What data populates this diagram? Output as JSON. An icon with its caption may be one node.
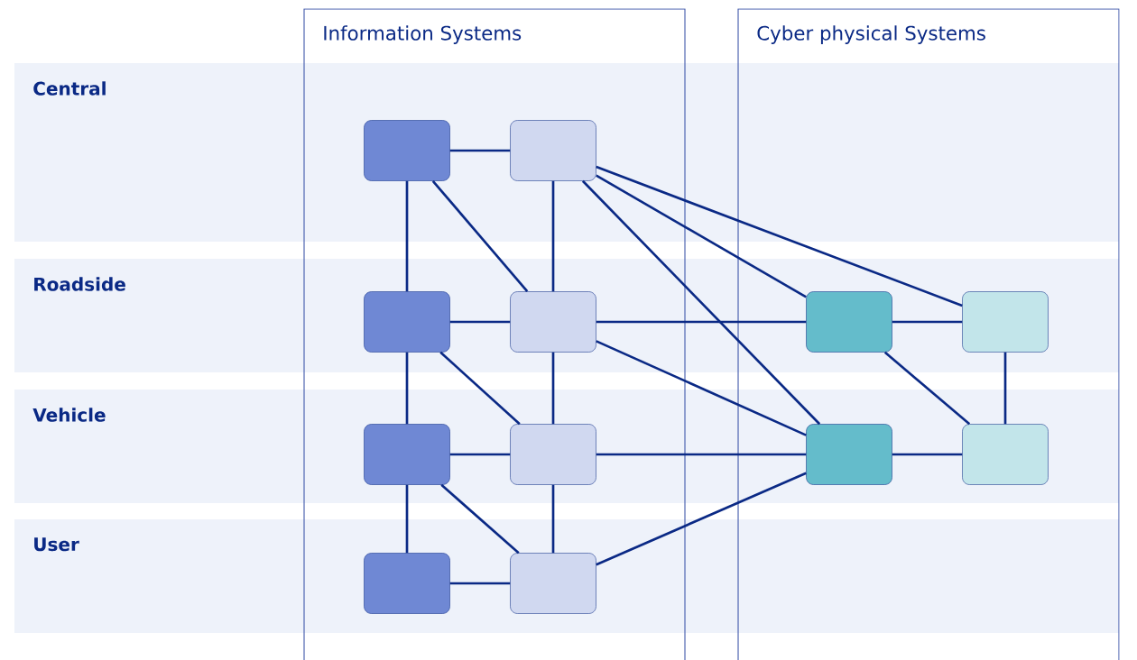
{
  "diagram": {
    "nodes": [
      {
        "text": [],
        "shape": "box"
      },
      {
        "text": [],
        "shape": "box"
      },
      {
        "text": [],
        "shape": "box"
      },
      {
        "text": [],
        "shape": "box"
      },
      {
        "text": [],
        "shape": "box"
      },
      {
        "text": [],
        "shape": "box"
      },
      {
        "text": [],
        "shape": "box"
      },
      {
        "text": [],
        "shape": "box"
      },
      {
        "text": [],
        "shape": "box"
      },
      {
        "text": [],
        "shape": "box"
      },
      {
        "text": [],
        "shape": "box"
      },
      {
        "text": [],
        "shape": "box"
      }
    ],
    "edges": [
      {
        "from": 0,
        "to": 1,
        "arrow": "none"
      },
      {
        "from": 0,
        "to": 2,
        "arrow": "none"
      },
      {
        "from": 0,
        "to": 3,
        "arrow": "none"
      },
      {
        "from": 1,
        "to": 3,
        "arrow": "none"
      },
      {
        "from": 1,
        "to": 4,
        "arrow": "none"
      },
      {
        "from": 1,
        "to": 5,
        "arrow": "none"
      },
      {
        "from": 1,
        "to": 8,
        "arrow": "none"
      },
      {
        "from": 2,
        "to": 3,
        "arrow": "none"
      },
      {
        "from": 2,
        "to": 6,
        "arrow": "none"
      },
      {
        "from": 2,
        "to": 7,
        "arrow": "none"
      },
      {
        "from": 3,
        "to": 4,
        "arrow": "none"
      },
      {
        "from": 3,
        "to": 7,
        "arrow": "none"
      },
      {
        "from": 3,
        "to": 8,
        "arrow": "none"
      },
      {
        "from": 4,
        "to": 5,
        "arrow": "none"
      },
      {
        "from": 4,
        "to": 9,
        "arrow": "none"
      },
      {
        "from": 5,
        "to": 9,
        "arrow": "none"
      },
      {
        "from": 6,
        "to": 7,
        "arrow": "none"
      },
      {
        "from": 6,
        "to": 10,
        "arrow": "none"
      },
      {
        "from": 6,
        "to": 11,
        "arrow": "none"
      },
      {
        "from": 7,
        "to": 8,
        "arrow": "none"
      },
      {
        "from": 7,
        "to": 11,
        "arrow": "none"
      },
      {
        "from": 8,
        "to": 9,
        "arrow": "none"
      },
      {
        "from": 10,
        "to": 11,
        "arrow": "none"
      },
      {
        "from": 11,
        "to": 8,
        "arrow": "none"
      }
    ],
    "labels": [
      "Information Systems",
      "Cyber physical Systems",
      "Central",
      "Roadside",
      "Vehicle",
      "User"
    ]
  }
}
